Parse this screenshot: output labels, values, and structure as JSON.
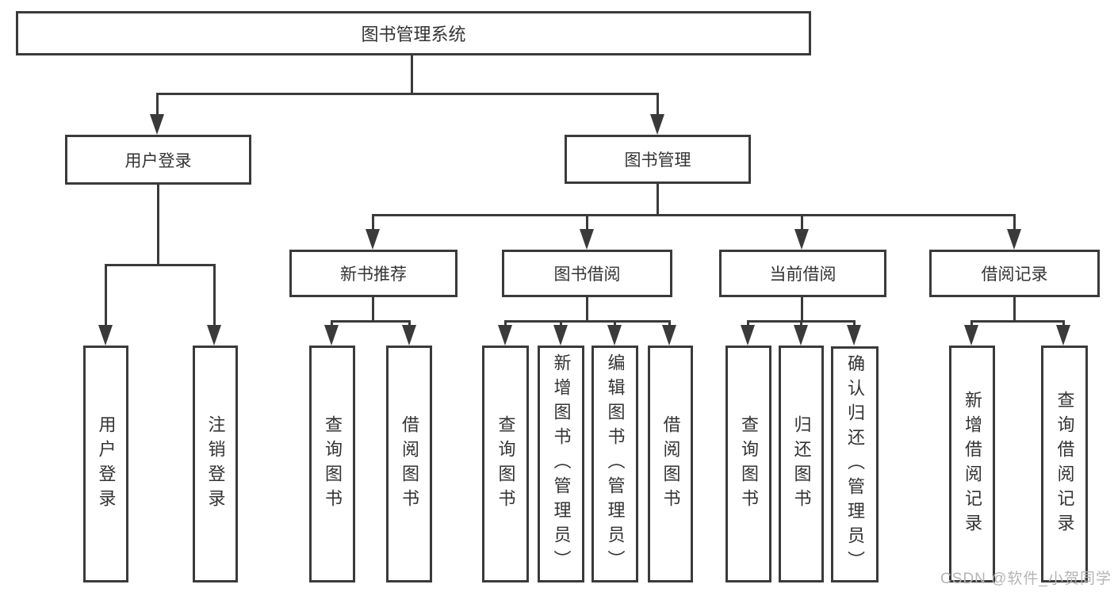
{
  "tree": {
    "root": "图书管理系统",
    "branches": [
      {
        "label": "用户登录",
        "children": [
          "用户登录",
          "注销登录"
        ]
      },
      {
        "label": "图书管理",
        "children": [
          {
            "label": "新书推荐",
            "children": [
              "查询图书",
              "借阅图书"
            ]
          },
          {
            "label": "图书借阅",
            "children": [
              "查询图书",
              "新增图书（管理员）",
              "编辑图书（管理员）",
              "借阅图书"
            ]
          },
          {
            "label": "当前借阅",
            "children": [
              "查询图书",
              "归还图书",
              "确认归还（管理员）"
            ]
          },
          {
            "label": "借阅记录",
            "children": [
              "新增借阅记录",
              "查询借阅记录"
            ]
          }
        ]
      }
    ]
  },
  "watermark": "CSDN @软件_小贺同学",
  "colors": {
    "line": "#3a3a3a",
    "text": "#333333",
    "watermark": "#b5b5b5"
  }
}
